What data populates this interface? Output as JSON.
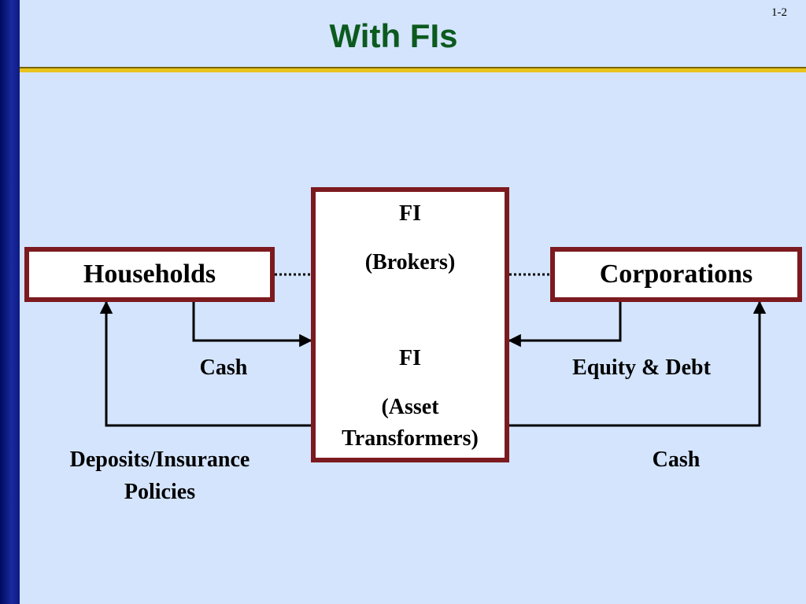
{
  "slide": {
    "title": "With FIs",
    "number": "1-2"
  },
  "diagram": {
    "households": "Households",
    "corporations": "Corporations",
    "fi_brokers": {
      "line1": "FI",
      "line2": "(Brokers)"
    },
    "fi_asset_transformers": {
      "line1": "FI",
      "line2": "(Asset",
      "line3": "Transformers)"
    },
    "flows": {
      "households_to_fi": "Cash",
      "corporations_to_fi": "Equity & Debt",
      "fi_to_households": {
        "line1": "Deposits/Insurance",
        "line2": "Policies"
      },
      "fi_to_corporations": "Cash"
    }
  },
  "colors": {
    "background": "#d4e4fd",
    "title": "#0b5a1e",
    "box_border": "#7c1a1f",
    "accent_rule": "#e8c31c",
    "side_bar": "#1a2aa0"
  }
}
